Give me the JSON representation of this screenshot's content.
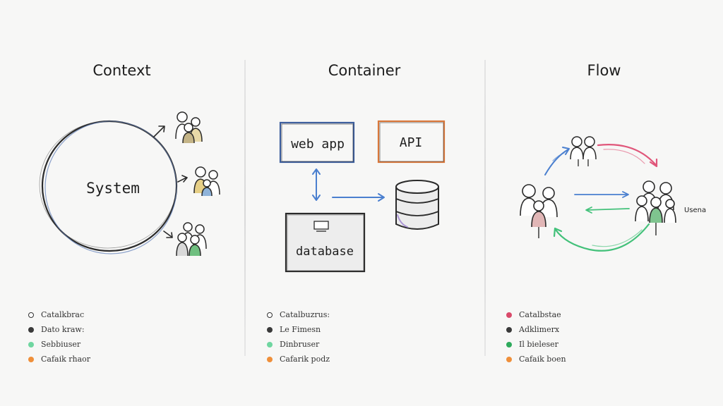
{
  "panels": {
    "context": {
      "title": "Context",
      "system_label": "System",
      "legend": [
        {
          "label": "Catalkbrac",
          "color": "#ffffff",
          "hollow": true
        },
        {
          "label": "Dato kraw:",
          "color": "#3a3a3a"
        },
        {
          "label": "Sebbiuser",
          "color": "#6fd6a0"
        },
        {
          "label": "Cafaik rhaor",
          "color": "#ef8f3a"
        }
      ]
    },
    "container": {
      "title": "Container",
      "webapp_label": "web app",
      "api_label": "API",
      "database_label": "database",
      "legend": [
        {
          "label": "Catalbuzrus:",
          "color": "#ffffff",
          "hollow": true
        },
        {
          "label": "Le Fimesn",
          "color": "#3a3a3a"
        },
        {
          "label": "Dinbruser",
          "color": "#6fd6a0"
        },
        {
          "label": "Cafarik podz",
          "color": "#ef8f3a"
        }
      ]
    },
    "flow": {
      "title": "Flow",
      "side_label": "Usena",
      "legend": [
        {
          "label": "Catalbstae",
          "color": "#d94a6a"
        },
        {
          "label": "Adklimerx",
          "color": "#3a3a3a"
        },
        {
          "label": "Il bieleser",
          "color": "#2eaa5c"
        },
        {
          "label": "Cafaik boen",
          "color": "#ef8f3a"
        }
      ]
    }
  },
  "colors": {
    "ink": "#2a2a2a",
    "blue": "#4a7fcf",
    "orange": "#d9773a",
    "pink": "#e0567a",
    "green": "#43c17a"
  },
  "icons": [
    "people-group-icon",
    "database-cylinder-icon",
    "arrow-icon",
    "small-server-icon"
  ]
}
